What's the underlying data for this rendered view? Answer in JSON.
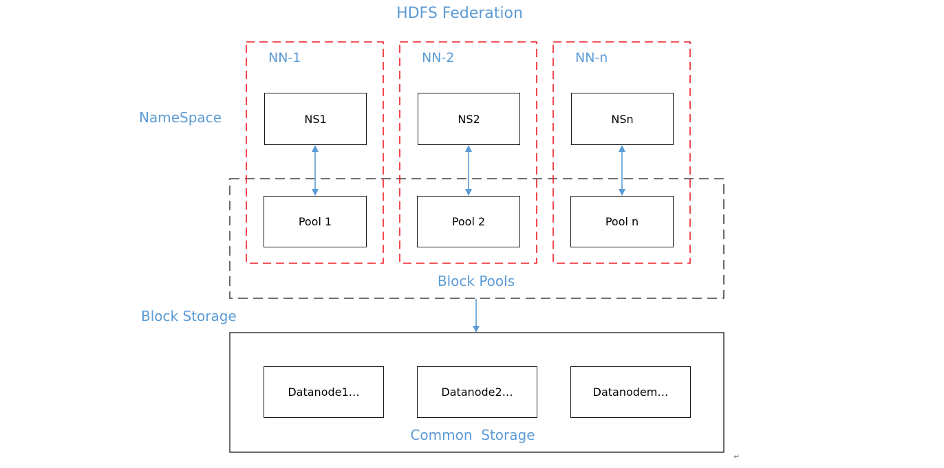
{
  "diagram": {
    "title": "HDFS Federation",
    "namespace_label": "NameSpace",
    "block_storage_label": "Block Storage",
    "block_pools_label": "Block Pools",
    "common_storage_label": "Common  Storage",
    "paragraph_mark": "↵",
    "namenodes": [
      {
        "label": "NN-1",
        "namespace": "NS1",
        "pool": "Pool 1"
      },
      {
        "label": "NN-2",
        "namespace": "NS2",
        "pool": "Pool 2"
      },
      {
        "label": "NN-n",
        "namespace": "NSn",
        "pool": "Pool n"
      }
    ],
    "datanodes": [
      "Datanode1…",
      "Datanode2…",
      "Datanodem…"
    ],
    "colors": {
      "label_blue": "#5b9bd5",
      "namenode_border_red": "#ee1c25",
      "block_pools_border": "#1a1a1a",
      "arrow_blue": "#5b9bd5"
    }
  }
}
